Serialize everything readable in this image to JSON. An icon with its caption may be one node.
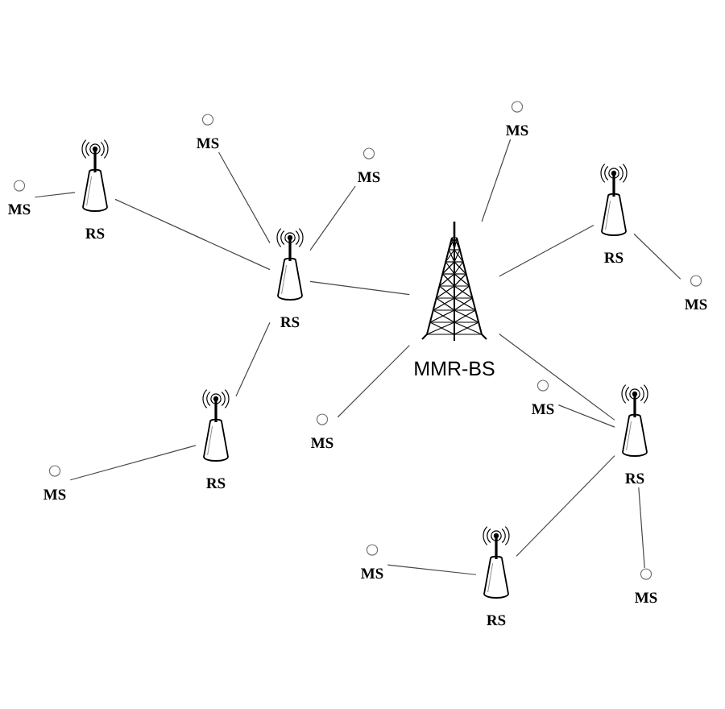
{
  "diagram": {
    "nodes": [
      {
        "text": [
          "MS"
        ]
      },
      {
        "text": [
          "MS"
        ]
      },
      {
        "text": [
          "RS"
        ]
      },
      {
        "text": [
          "MS"
        ]
      },
      {
        "text": [
          "RS"
        ]
      },
      {
        "text": [
          "MS"
        ]
      },
      {
        "text": [
          "RS"
        ]
      },
      {
        "text": [
          "MMR-BS"
        ]
      },
      {
        "text": [
          "MS"
        ]
      },
      {
        "text": [
          "MS"
        ]
      },
      {
        "text": [
          "RS"
        ]
      },
      {
        "text": [
          "RS"
        ]
      },
      {
        "text": [
          "MS"
        ]
      },
      {
        "text": [
          "MS"
        ]
      },
      {
        "text": [
          "RS"
        ]
      },
      {
        "text": [
          "MS"
        ]
      },
      {
        "text": [
          "MS"
        ]
      }
    ],
    "edges": [
      {
        "from": 5,
        "to": 2,
        "arrow": "none"
      },
      {
        "from": 2,
        "to": 6,
        "arrow": "none"
      },
      {
        "from": 1,
        "to": 6,
        "arrow": "none"
      },
      {
        "from": 3,
        "to": 6,
        "arrow": "none"
      },
      {
        "from": 6,
        "to": 7,
        "arrow": "none"
      },
      {
        "from": 6,
        "to": 11,
        "arrow": "none"
      },
      {
        "from": 13,
        "to": 11,
        "arrow": "none"
      },
      {
        "from": 0,
        "to": 7,
        "arrow": "none"
      },
      {
        "from": 7,
        "to": 4,
        "arrow": "none"
      },
      {
        "from": 4,
        "to": 8,
        "arrow": "none"
      },
      {
        "from": 7,
        "to": 12,
        "arrow": "none"
      },
      {
        "from": 7,
        "to": 10,
        "arrow": "none"
      },
      {
        "from": 9,
        "to": 10,
        "arrow": "none"
      },
      {
        "from": 10,
        "to": 16,
        "arrow": "none"
      },
      {
        "from": 10,
        "to": 14,
        "arrow": "none"
      },
      {
        "from": 15,
        "to": 14,
        "arrow": "none"
      }
    ]
  }
}
